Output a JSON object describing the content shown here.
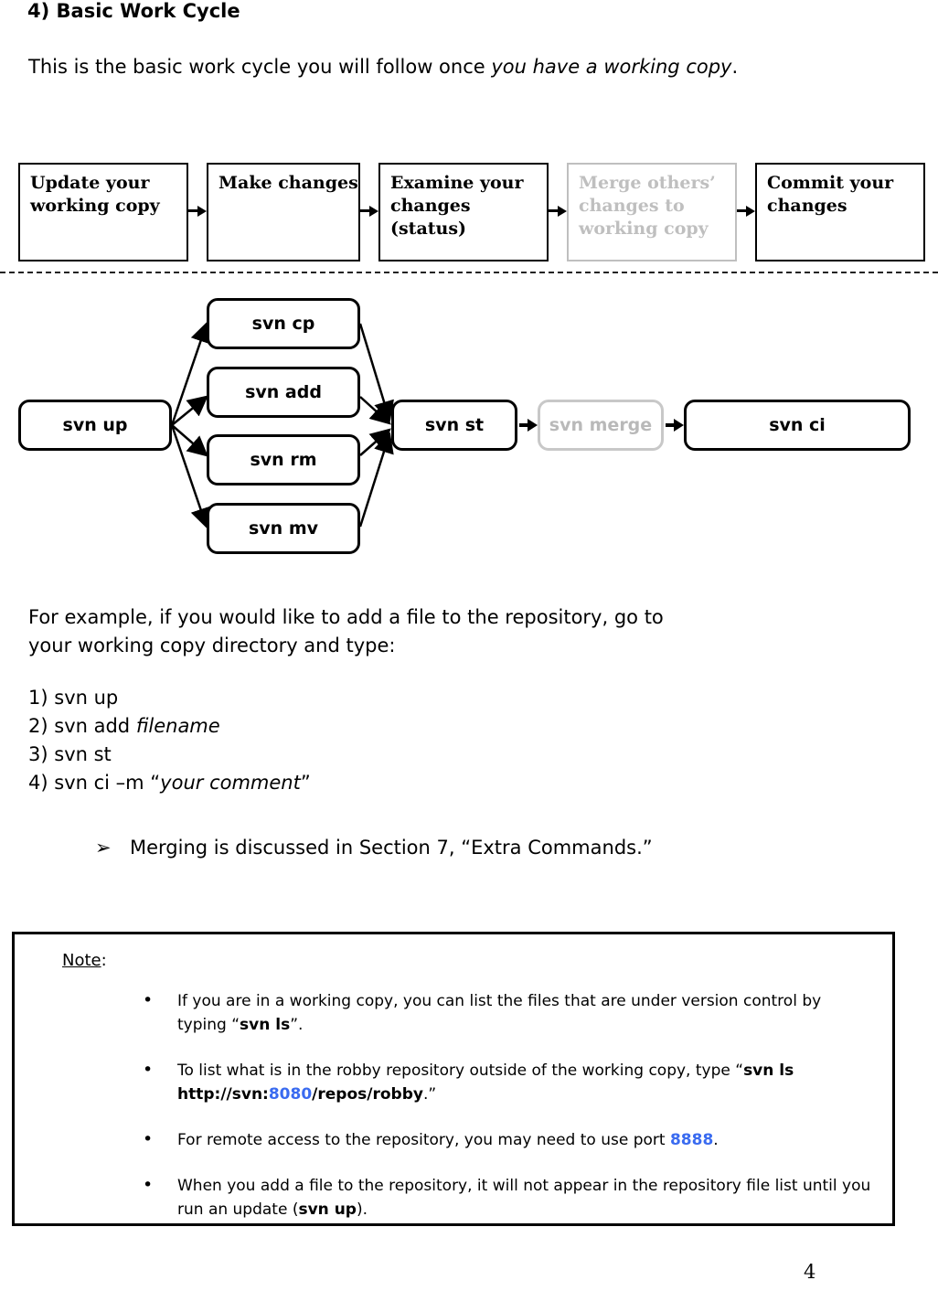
{
  "heading": "4) Basic Work Cycle",
  "intro": {
    "text_before": "This is the basic work cycle you will follow once ",
    "emphasis": "you have a working copy",
    "text_after": "."
  },
  "top_flow": {
    "boxes": [
      {
        "label": "Update your working copy",
        "muted": false
      },
      {
        "label": "Make changes",
        "muted": false
      },
      {
        "label": "Examine your changes (status)",
        "muted": false
      },
      {
        "label": "Merge others’ changes to working copy",
        "muted": true
      },
      {
        "label": "Commit your changes",
        "muted": false
      }
    ]
  },
  "svn_flow": {
    "source": "svn up",
    "branches": [
      "svn cp",
      "svn add",
      "svn rm",
      "svn mv"
    ],
    "status": "svn st",
    "merge": "svn merge",
    "commit": "svn ci"
  },
  "example": {
    "line1": "For example, if you would like to add a file to the repository, go to",
    "line2": "your working copy directory and type:"
  },
  "steps": [
    {
      "num": "1)",
      "cmd": "svn up",
      "arg": ""
    },
    {
      "num": "2)",
      "cmd": "svn add ",
      "arg": "filename"
    },
    {
      "num": "3)",
      "cmd": "svn st",
      "arg": ""
    },
    {
      "num": "4)",
      "cmd": "svn ci –m “",
      "arg": "your comment",
      "suffix": "”"
    }
  ],
  "merge_note": {
    "bullet": "➢",
    "text": "Merging is discussed in Section 7, “Extra Commands.”"
  },
  "note_box": {
    "title": "Note",
    "title_colon": ":",
    "bullet_glyph": "•",
    "items": [
      {
        "parts": [
          {
            "t": "If you are in a working copy, you can list the files that are under version control by typing “",
            "b": false
          },
          {
            "t": "svn ls",
            "b": true
          },
          {
            "t": "”.",
            "b": false
          }
        ]
      },
      {
        "parts": [
          {
            "t": "To list what is in the robby repository outside of the working copy, type “",
            "b": false
          },
          {
            "t": "svn ls http://svn:",
            "b": true
          },
          {
            "t": "8080",
            "b": true,
            "color": "#3a6bf0"
          },
          {
            "t": "/repos/robby",
            "b": true
          },
          {
            "t": ".”",
            "b": false
          }
        ]
      },
      {
        "parts": [
          {
            "t": "For remote access to the repository, you may need to use port ",
            "b": false
          },
          {
            "t": "8888",
            "b": true,
            "color": "#3a6bf0"
          },
          {
            "t": ".",
            "b": false
          }
        ]
      },
      {
        "parts": [
          {
            "t": "When you add a file to the repository, it will not appear in the repository file list until you run an update (",
            "b": false
          },
          {
            "t": "svn up",
            "b": true
          },
          {
            "t": ").",
            "b": false
          }
        ]
      }
    ]
  },
  "page_number": "4",
  "colors": {
    "muted": "#bfbfbf",
    "link_blue": "#3a6bf0",
    "ink": "#000000"
  }
}
